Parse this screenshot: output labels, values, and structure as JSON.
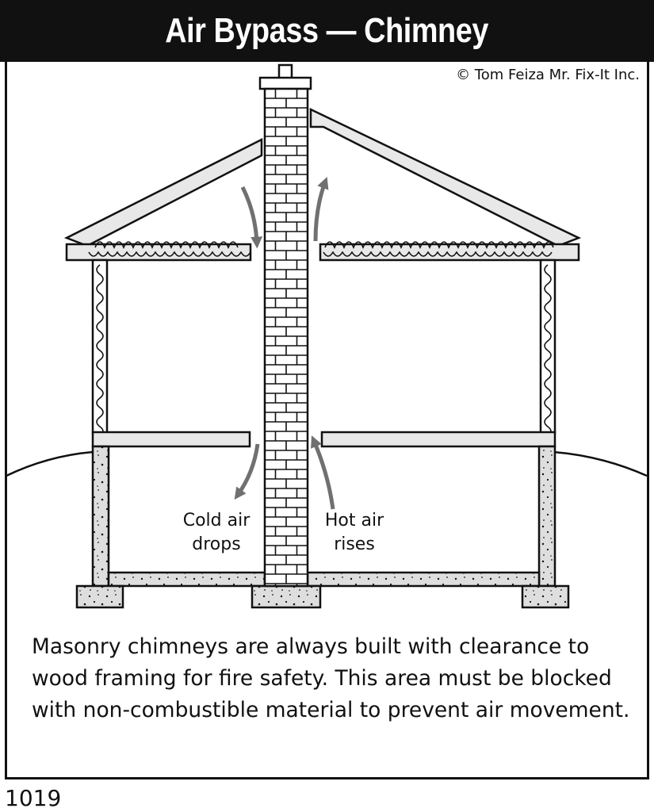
{
  "title": "Air Bypass — Chimney",
  "credit": "© Tom Feiza Mr. Fix-It Inc.",
  "labels": {
    "cold_line1": "Cold air",
    "cold_line2": "drops",
    "hot_line1": "Hot air",
    "hot_line2": "rises"
  },
  "caption": "Masonry chimneys are always built with clearance to wood framing for fire safety. This area must be blocked with non-combustible material to prevent air movement.",
  "figure_number": "1019",
  "colors": {
    "ink": "#111111",
    "framing": "#e6e6e6",
    "concrete": "#dcdcdc",
    "arrow": "#707070"
  }
}
